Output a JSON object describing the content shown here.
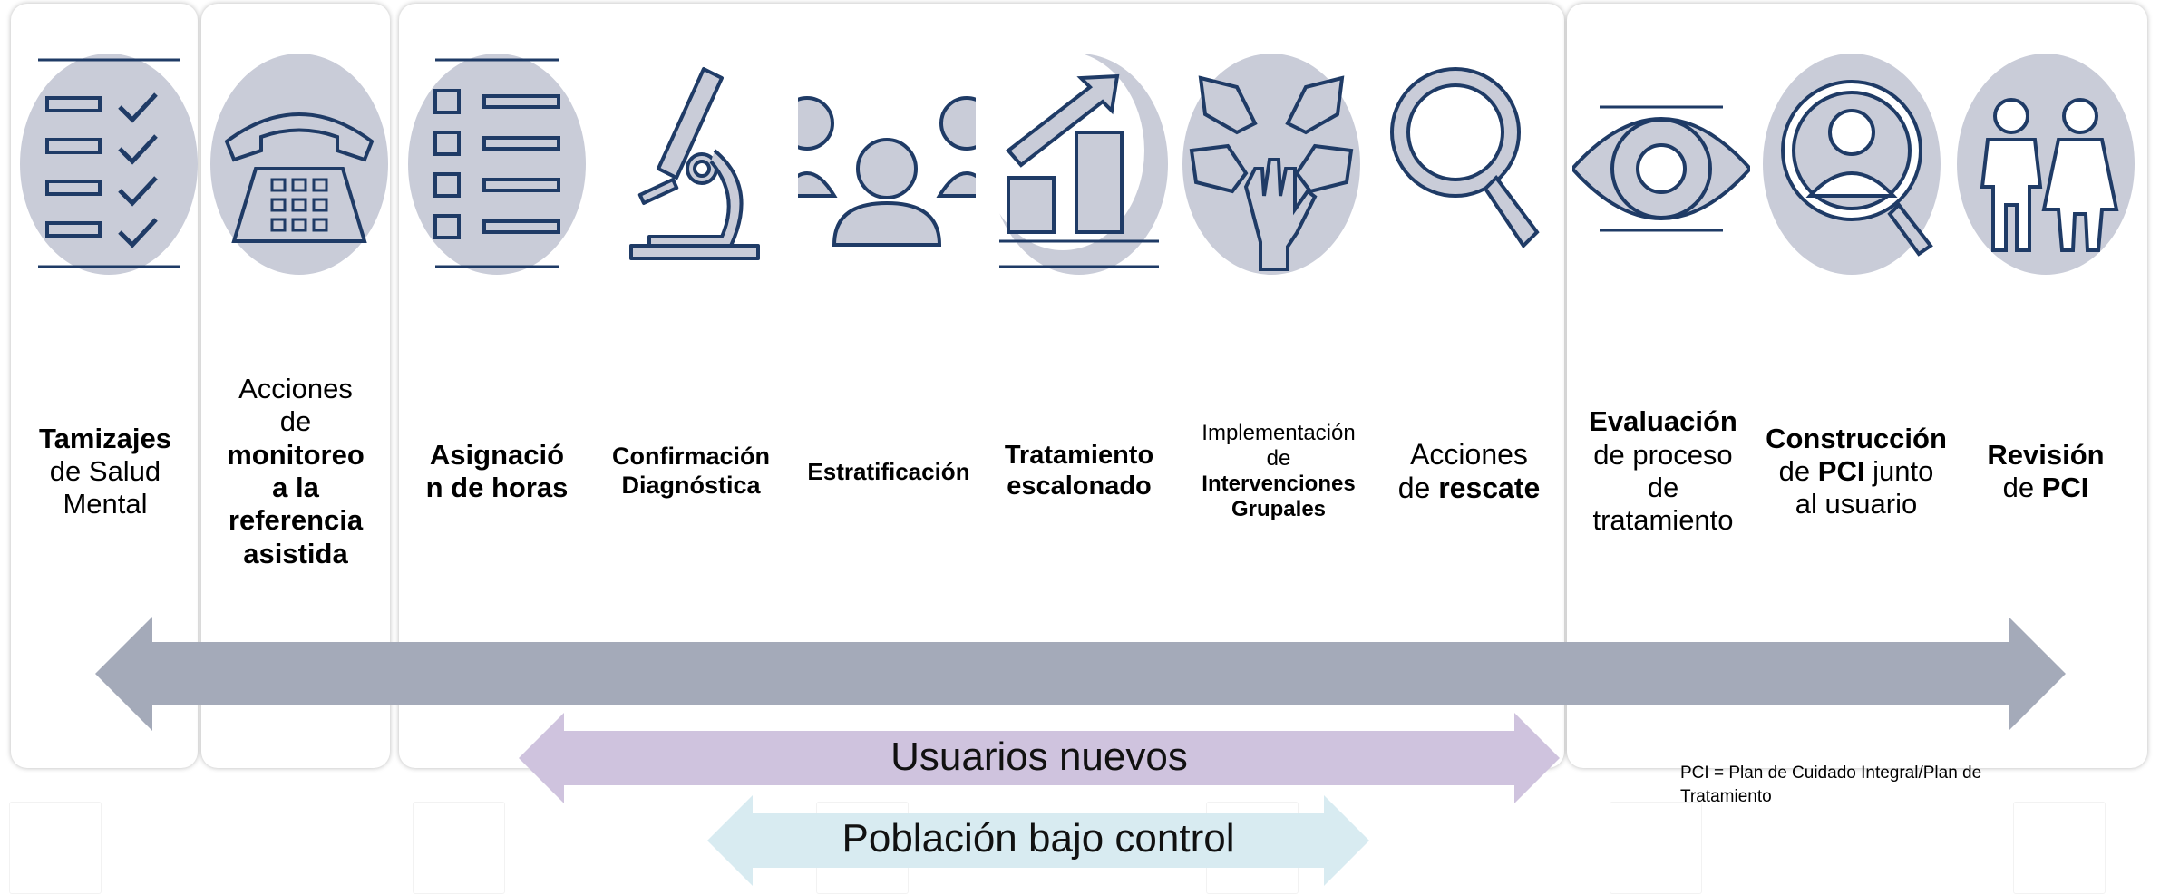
{
  "columns": [
    {
      "id": "tamizajes",
      "icon": "checklist-icon",
      "lines": [
        [
          {
            "t": "Tamizajes",
            "b": true
          }
        ],
        [
          {
            "t": "de Salud",
            "b": false
          }
        ],
        [
          {
            "t": "Mental",
            "b": false
          }
        ]
      ]
    },
    {
      "id": "monitoreo",
      "icon": "telephone-icon",
      "lines": [
        [
          {
            "t": "Acciones",
            "b": false
          }
        ],
        [
          {
            "t": "de",
            "b": false
          }
        ],
        [
          {
            "t": "monitoreo",
            "b": true
          }
        ],
        [
          {
            "t": "a la",
            "b": true
          }
        ],
        [
          {
            "t": "referencia",
            "b": true
          }
        ],
        [
          {
            "t": "asistida",
            "b": true
          }
        ]
      ]
    },
    {
      "id": "asignacion",
      "icon": "list-icon",
      "lines": [
        [
          {
            "t": "Asignació",
            "b": true
          }
        ],
        [
          {
            "t": "n de horas",
            "b": true
          }
        ]
      ]
    },
    {
      "id": "confirmacion",
      "icon": "microscope-icon",
      "lines": [
        [
          {
            "t": "Confirmación",
            "b": true
          }
        ],
        [
          {
            "t": "Diagnóstica",
            "b": true
          }
        ]
      ]
    },
    {
      "id": "estratificacion",
      "icon": "group-icon",
      "lines": [
        [
          {
            "t": "Estratificación",
            "b": true
          }
        ]
      ]
    },
    {
      "id": "tratamiento",
      "icon": "growth-chart-icon",
      "lines": [
        [
          {
            "t": "Tratamiento",
            "b": true
          }
        ],
        [
          {
            "t": "escalonado",
            "b": true
          }
        ]
      ]
    },
    {
      "id": "intervenciones",
      "icon": "hands-icon",
      "lines": [
        [
          {
            "t": "Implementación",
            "b": false
          }
        ],
        [
          {
            "t": "de",
            "b": false
          }
        ],
        [
          {
            "t": "Intervenciones",
            "b": true
          }
        ],
        [
          {
            "t": "Grupales",
            "b": true
          }
        ]
      ]
    },
    {
      "id": "rescate",
      "icon": "magnifier-icon",
      "lines": [
        [
          {
            "t": "Acciones",
            "b": false
          }
        ],
        [
          {
            "t": "de ",
            "b": false
          },
          {
            "t": "rescate",
            "b": true
          }
        ]
      ]
    },
    {
      "id": "evaluacion",
      "icon": "eye-icon",
      "lines": [
        [
          {
            "t": "Evaluación",
            "b": true
          }
        ],
        [
          {
            "t": "de proceso",
            "b": false
          }
        ],
        [
          {
            "t": "de",
            "b": false
          }
        ],
        [
          {
            "t": "tratamiento",
            "b": false
          }
        ]
      ]
    },
    {
      "id": "construccion",
      "icon": "person-search-icon",
      "lines": [
        [
          {
            "t": "Construcción",
            "b": true
          }
        ],
        [
          {
            "t": "de ",
            "b": false
          },
          {
            "t": "PCI",
            "b": true
          },
          {
            "t": " junto",
            "b": false
          }
        ],
        [
          {
            "t": "al usuario",
            "b": false
          }
        ]
      ]
    },
    {
      "id": "revision",
      "icon": "couple-icon",
      "lines": [
        [
          {
            "t": "Revisión",
            "b": true
          }
        ],
        [
          {
            "t": "de ",
            "b": false
          },
          {
            "t": "PCI",
            "b": true
          }
        ]
      ]
    }
  ],
  "arrows": {
    "main_color": "#a4aab9",
    "usuarios_nuevos": {
      "label": "Usuarios nuevos",
      "color": "#cfc3de"
    },
    "poblacion": {
      "label": "Población bajo control",
      "color": "#d8ebf1"
    }
  },
  "footnote": "PCI = Plan de Cuidado Integral/Plan de Tratamiento",
  "colors": {
    "icon_fill": "#c9ccd8",
    "icon_stroke": "#1f3b66"
  }
}
